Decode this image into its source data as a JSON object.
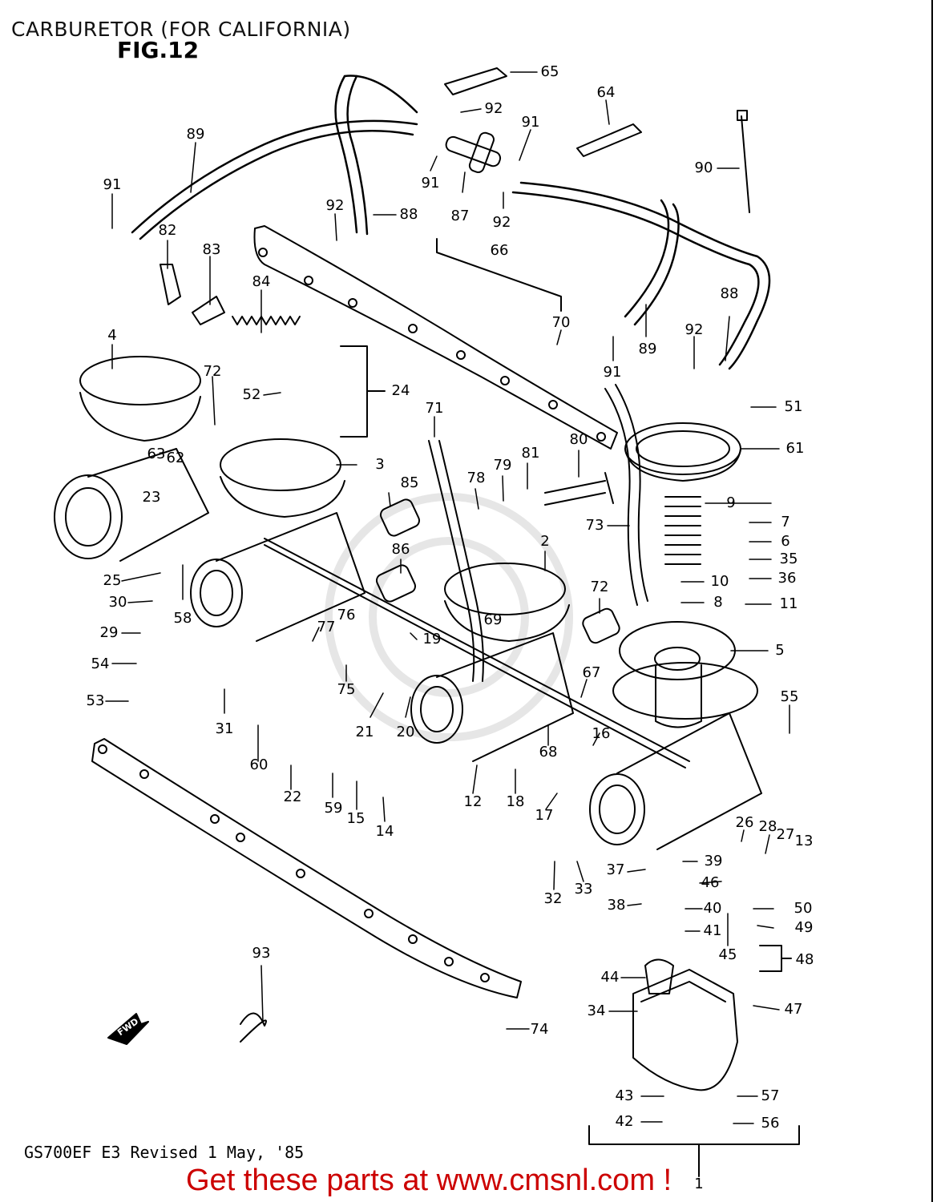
{
  "header": {
    "title": "CARBURETOR (FOR CALIFORNIA)",
    "figure": "FIG.12"
  },
  "footer": {
    "model_revision": "GS700EF E3  Revised 1 May, '85",
    "cta": "Get these parts at www.cmsnl.com !"
  },
  "fwd_label": "FWD",
  "line_color": "#000000",
  "cta_color": "#cc0000",
  "part_numbers": {
    "p65": "65",
    "p92a": "92",
    "p91a": "91",
    "p64": "64",
    "p89a": "89",
    "p91b": "91",
    "p91c": "91",
    "p90": "90",
    "p88a": "88",
    "p92b": "92",
    "p87": "87",
    "p92c": "92",
    "p82": "82",
    "p83": "83",
    "p66": "66",
    "p84": "84",
    "p88b": "88",
    "p4": "4",
    "p70": "70",
    "p92d": "92",
    "p89b": "89",
    "p91d": "91",
    "p72a": "72",
    "p52": "52",
    "p24": "24",
    "p51": "51",
    "p71": "71",
    "p61": "61",
    "p63": "63",
    "p62": "62",
    "p3": "3",
    "p80": "80",
    "p85": "85",
    "p78": "78",
    "p79": "79",
    "p81": "81",
    "p23": "23",
    "p9": "9",
    "p73": "73",
    "p7": "7",
    "p6": "6",
    "p2": "2",
    "p86": "86",
    "p35": "35",
    "p25": "25",
    "p10": "10",
    "p36": "36",
    "p72b": "72",
    "p30": "30",
    "p58": "58",
    "p8": "8",
    "p11": "11",
    "p69": "69",
    "p76": "76",
    "p77": "77",
    "p29": "29",
    "p19": "19",
    "p5": "5",
    "p54": "54",
    "p67": "67",
    "p75": "75",
    "p53": "53",
    "p55": "55",
    "p31": "31",
    "p21": "21",
    "p20": "20",
    "p16": "16",
    "p68": "68",
    "p60": "60",
    "p22": "22",
    "p59": "59",
    "p15": "15",
    "p14": "14",
    "p12": "12",
    "p18": "18",
    "p17": "17",
    "p26": "26",
    "p28": "28",
    "p27": "27",
    "p13": "13",
    "p39": "39",
    "p37": "37",
    "p46": "46",
    "p32": "32",
    "p33": "33",
    "p38": "38",
    "p40": "40",
    "p50": "50",
    "p41": "41",
    "p49": "49",
    "p45": "45",
    "p48": "48",
    "p93": "93",
    "p44": "44",
    "p34": "34",
    "p47": "47",
    "p74": "74",
    "p43": "43",
    "p57": "57",
    "p42": "42",
    "p56": "56",
    "p1": "1"
  }
}
